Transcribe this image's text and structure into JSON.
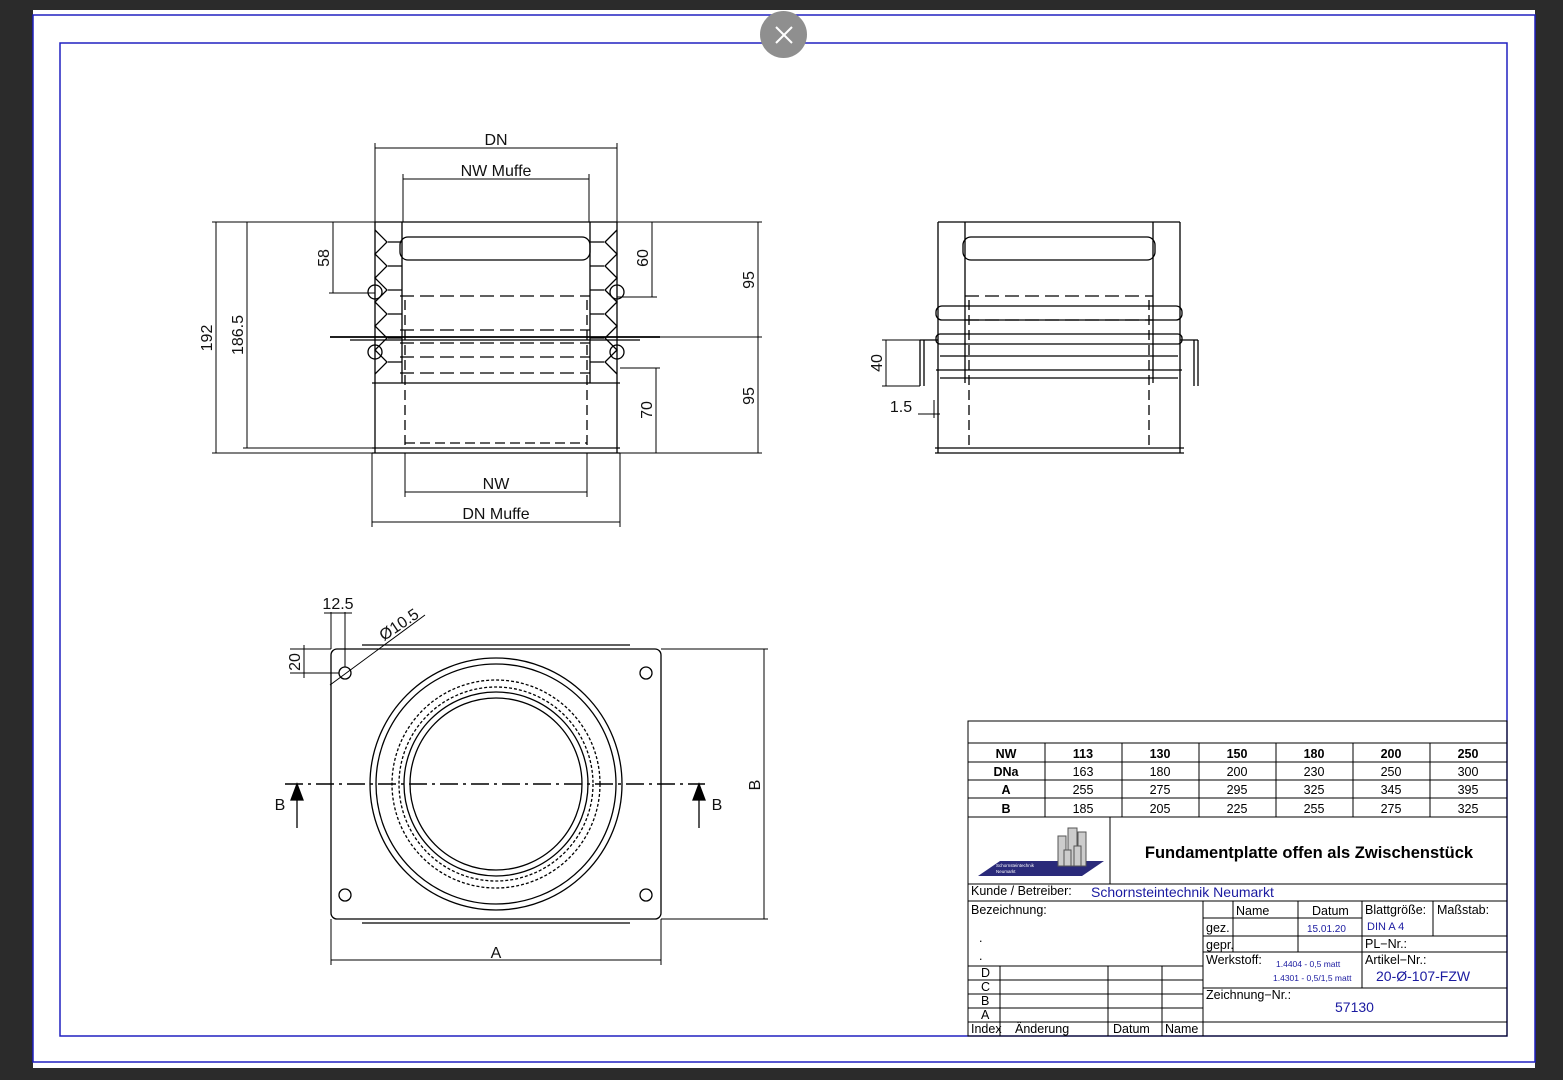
{
  "viewer": {
    "close_icon": "close-icon"
  },
  "dims": {
    "dn": "DN",
    "nw_muffe": "NW Muffe",
    "nw": "NW",
    "dn_muffe": "DN Muffe",
    "d192": "192",
    "d186_5": "186.5",
    "d58": "58",
    "d60": "60",
    "d95a": "95",
    "d95b": "95",
    "d70": "70",
    "d40": "40",
    "d1_5": "1.5",
    "d12_5": "12.5",
    "d20": "20",
    "d10_5": "Ø10.5",
    "a": "A",
    "b_side": "B",
    "b_left": "B",
    "b_right": "B"
  },
  "table": {
    "headers": [
      "NW",
      "113",
      "130",
      "150",
      "180",
      "200",
      "250"
    ],
    "rows": [
      [
        "DNa",
        "163",
        "180",
        "200",
        "230",
        "250",
        "300"
      ],
      [
        "A",
        "255",
        "275",
        "295",
        "325",
        "345",
        "395"
      ],
      [
        "B",
        "185",
        "205",
        "225",
        "255",
        "275",
        "325"
      ]
    ]
  },
  "titleblock": {
    "logo_line1": "Schornsteintechnik",
    "logo_line2": "Neumarkt",
    "title": "Fundamentplatte offen als Zwischenstück",
    "kunde_label": "Kunde  /  Betreiber:",
    "kunde_value": "Schornsteintechnik Neumarkt",
    "bezeichnung_label": "Bezeichnung:",
    "dot1": ".",
    "dot2": ".",
    "name_label": "Name",
    "datum_label": "Datum",
    "gez_label": "gez.",
    "gez_date": "15.01.20",
    "gepr_label": "gepr.",
    "werkstoff_label": "Werkstoff:",
    "werkstoff1": "1.4404 - 0,5 matt",
    "werkstoff2": "1.4301 - 0,5/1,5 matt",
    "blatt_label": "Blattgröße:",
    "blatt_value": "DIN  A  4",
    "massstab_label": "Maßstab:",
    "pl_label": "PL−Nr.:",
    "artikel_label": "Artikel−Nr.:",
    "artikel_value": "20-Ø-107-FZW",
    "zeichnung_label": "Zeichnung−Nr.:",
    "zeichnung_value": "57130",
    "rev_d": "D",
    "rev_c": "C",
    "rev_b": "B",
    "rev_a": "A",
    "index_label": "Index",
    "aenderung_label": "Änderung",
    "rev_datum_label": "Datum",
    "rev_name_label": "Name"
  }
}
